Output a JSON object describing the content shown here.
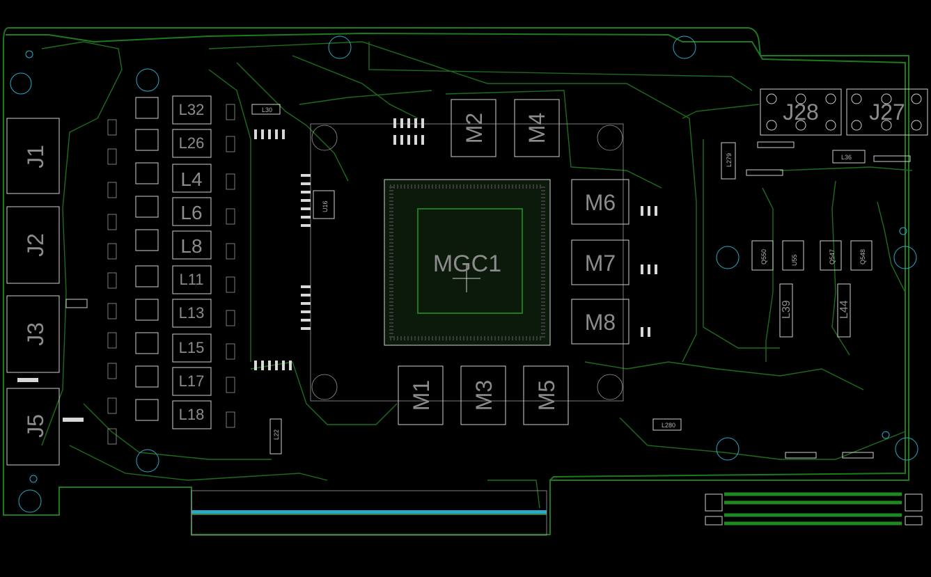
{
  "board": {
    "connectors": [
      "J1",
      "J2",
      "J3",
      "J5"
    ],
    "gpu": "MGC1",
    "memory": [
      "M1",
      "M2",
      "M3",
      "M4",
      "M5",
      "M6",
      "M7",
      "M8"
    ],
    "inductors": [
      "L32",
      "L26",
      "L4",
      "L6",
      "L8",
      "L11",
      "L13",
      "L15",
      "L17",
      "L18"
    ],
    "power_headers": [
      "J28",
      "J27"
    ],
    "misc_labels": [
      "L30",
      "U16",
      "L22",
      "L39",
      "L44",
      "L280",
      "L279",
      "L36",
      "U55",
      "Q550",
      "Q547",
      "Q548"
    ]
  },
  "colors": {
    "background": "#000000",
    "outline": "#1f7a1f",
    "silkscreen": "#cfcfcf",
    "label": "#8c8c8c",
    "holes": "#2aa9c9"
  }
}
